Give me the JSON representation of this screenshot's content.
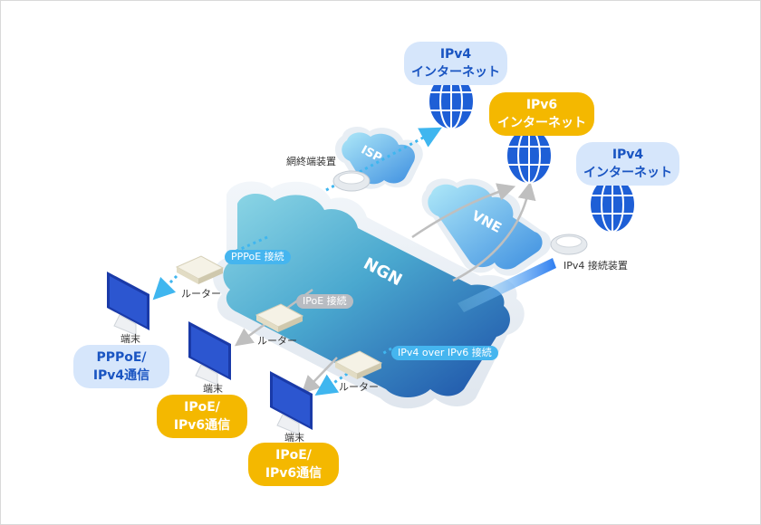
{
  "clouds": {
    "ngn": "NGN",
    "isp": "ISP",
    "vne": "VNE"
  },
  "internet": {
    "ipv4_top": [
      "IPv4",
      "インターネット"
    ],
    "ipv6": [
      "IPv6",
      "インターネット"
    ],
    "ipv4_right": [
      "IPv4",
      "インターネット"
    ]
  },
  "connections": {
    "pppoe": "PPPoE 接続",
    "ipoe": "IPoE 接続",
    "ipv4_over_ipv6": "IPv4 over IPv6 接続"
  },
  "devices": {
    "router": "ルーター",
    "terminal": "端末",
    "network_terminal": "網終端装置",
    "ipv4_gateway": "IPv4 接続装置"
  },
  "communication": {
    "pppoe_ipv4": [
      "PPPoE/",
      "IPv4通信"
    ],
    "ipoe_ipv6_a": [
      "IPoE/",
      "IPv6通信"
    ],
    "ipoe_ipv6_b": [
      "IPoE/",
      "IPv6通信"
    ]
  },
  "colors": {
    "ngn_cloud": "#3d8fd0",
    "blue_label_bg": "#d6e6fb",
    "blue_label_text": "#1a55c2",
    "yellow_label_bg": "#f4b800",
    "dotted_line": "#3fb6ef",
    "gray_arrow": "#bfbfbf",
    "globe": "#1e5fd6"
  },
  "icons": [
    "globe-icon",
    "router-icon",
    "monitor-icon",
    "cloud-icon",
    "device-puck-icon"
  ]
}
